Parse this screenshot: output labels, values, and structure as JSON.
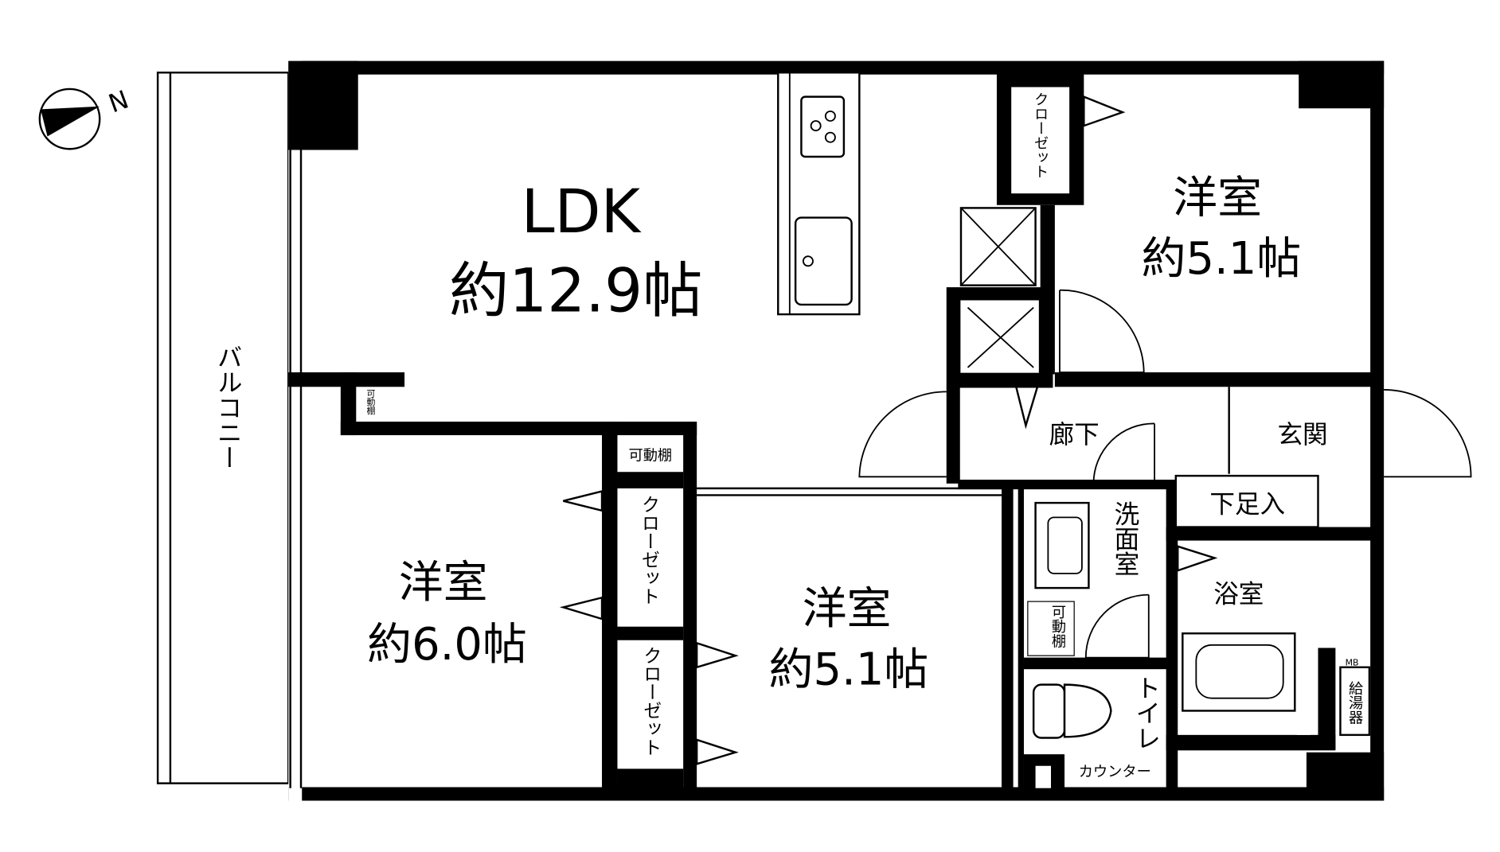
{
  "compass": {
    "label": "N"
  },
  "balcony": {
    "label": "バルコニー"
  },
  "rooms": {
    "ldk": {
      "name": "LDK",
      "size": "約12.9帖"
    },
    "western_room_1": {
      "name": "洋室",
      "size": "約5.1帖"
    },
    "western_room_2": {
      "name": "洋室",
      "size": "約5.1帖"
    },
    "western_room_3": {
      "name": "洋室",
      "size": "約6.0帖"
    },
    "hallway": {
      "name": "廊下"
    },
    "entrance": {
      "name": "玄関"
    },
    "shoe_storage": {
      "name": "下足入"
    },
    "washroom": {
      "name": "洗面室"
    },
    "bathroom": {
      "name": "浴室"
    },
    "toilet": {
      "name": "トイレ"
    },
    "counter": {
      "name": "カウンター"
    }
  },
  "storage": {
    "closet_label": "クローゼット",
    "movable_shelf_label": "可動棚",
    "water_heater_label": "給湯器",
    "mb_label": "MB"
  },
  "colors": {
    "wall": "#000000",
    "background": "#ffffff"
  }
}
